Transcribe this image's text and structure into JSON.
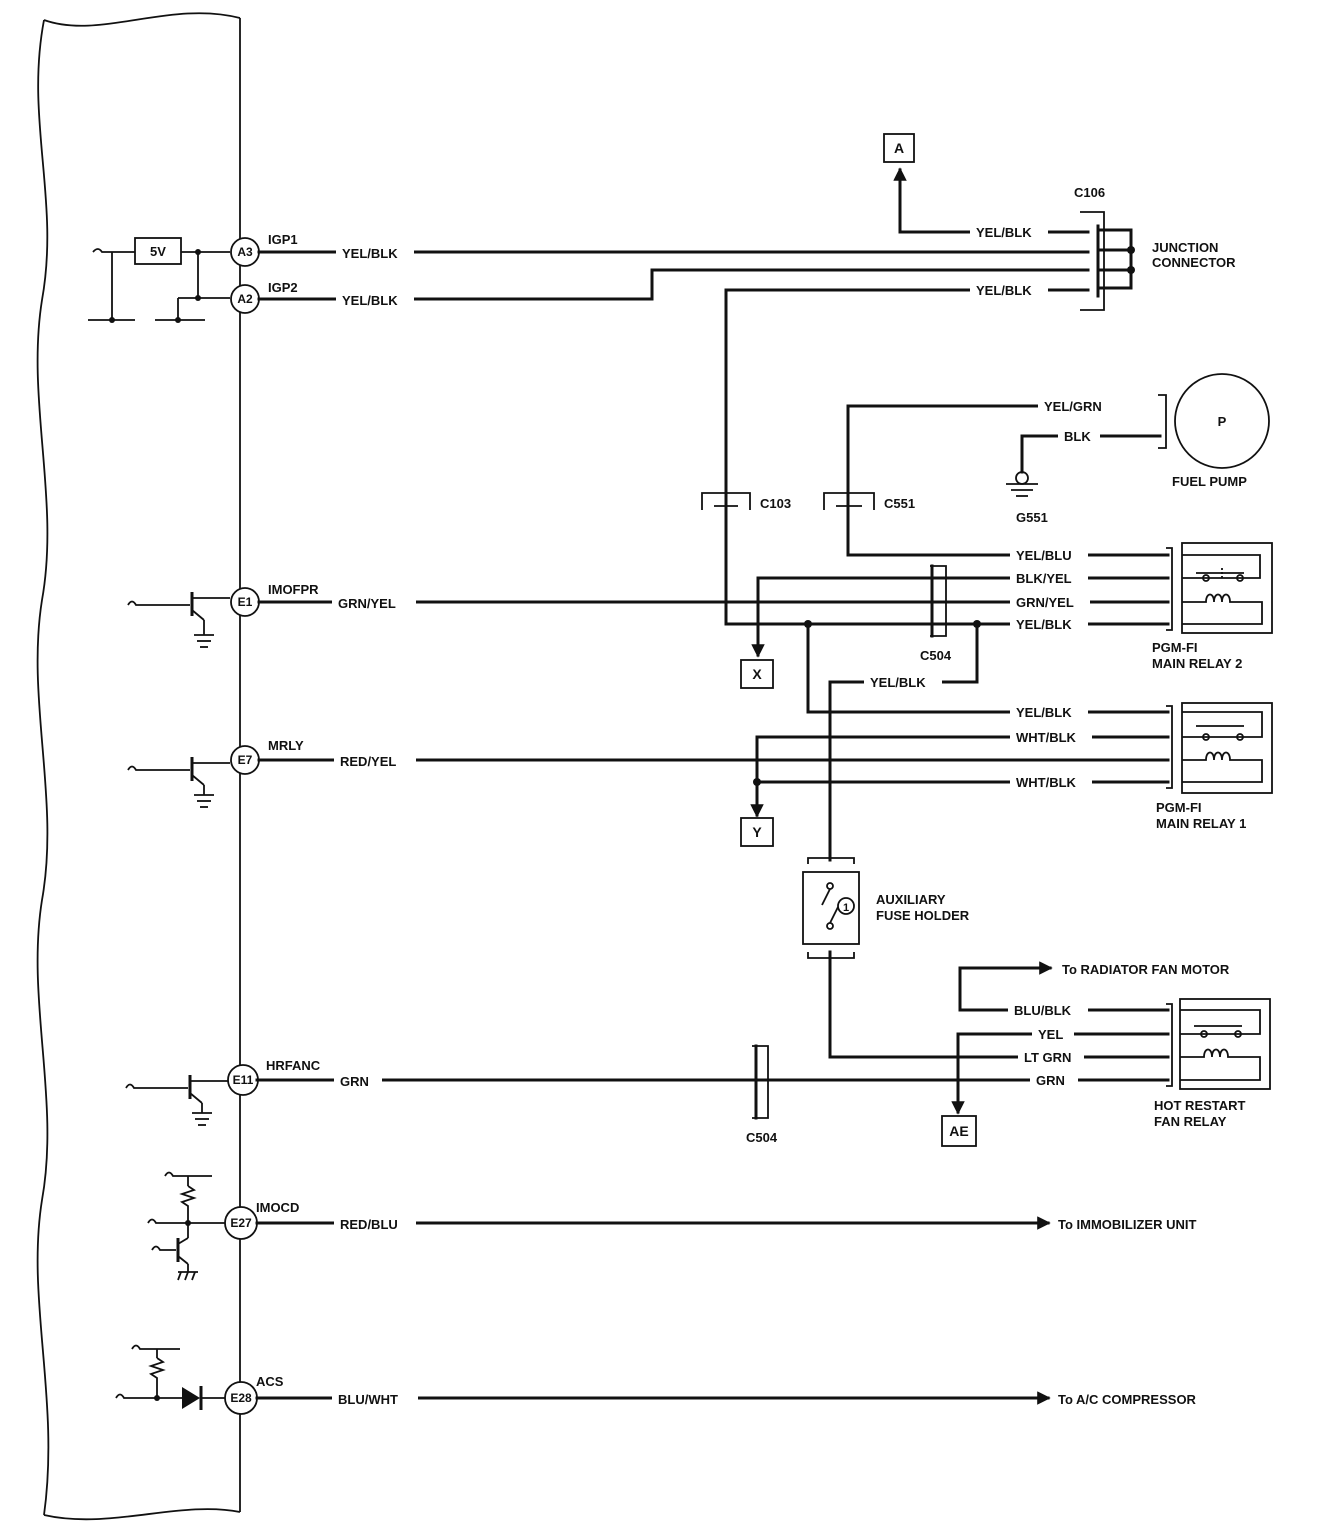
{
  "colors": {
    "ink": "#111111",
    "paper": "#ffffff"
  },
  "ecm": {
    "pins": [
      {
        "pin": "A3",
        "name": "IGP1",
        "wire": "YEL/BLK"
      },
      {
        "pin": "A2",
        "name": "IGP2",
        "wire": "YEL/BLK"
      },
      {
        "pin": "E1",
        "name": "IMOFPR",
        "wire": "GRN/YEL"
      },
      {
        "pin": "E7",
        "name": "MRLY",
        "wire": "RED/YEL"
      },
      {
        "pin": "E11",
        "name": "HRFANC",
        "wire": "GRN"
      },
      {
        "pin": "E27",
        "name": "IMOCD",
        "wire": "RED/BLU"
      },
      {
        "pin": "E28",
        "name": "ACS",
        "wire": "BLU/WHT"
      }
    ],
    "regulator": "5V"
  },
  "junction": {
    "connector": "C106",
    "label_line1": "JUNCTION",
    "label_line2": "CONNECTOR",
    "wire_to_a": "YEL/BLK",
    "wire_lower": "YEL/BLK"
  },
  "refs": {
    "a": "A",
    "x": "X",
    "y": "Y",
    "ae": "AE"
  },
  "fuel_pump": {
    "symbol": "P",
    "label": "FUEL PUMP",
    "wire_pos": "YEL/GRN",
    "wire_gnd": "BLK",
    "ground": "G551"
  },
  "connectors": {
    "c103": "C103",
    "c551": "C551",
    "c504_top": "C504",
    "c504_bottom": "C504"
  },
  "relay2": {
    "line1": "PGM-FI",
    "line2": "MAIN RELAY 2",
    "wires": [
      "YEL/BLU",
      "BLK/YEL",
      "GRN/YEL",
      "YEL/BLK"
    ]
  },
  "feed_wire": "YEL/BLK",
  "relay1": {
    "line1": "PGM-FI",
    "line2": "MAIN RELAY 1",
    "wires": [
      "YEL/BLK",
      "WHT/BLK",
      "WHT/BLK"
    ]
  },
  "fuse": {
    "line1": "AUXILIARY",
    "line2": "FUSE HOLDER",
    "number": "1"
  },
  "fan_relay": {
    "line1": "HOT RESTART",
    "line2": "FAN RELAY",
    "wires": [
      "BLU/BLK",
      "YEL",
      "LT GRN",
      "GRN"
    ],
    "to_radiator": "To RADIATOR FAN MOTOR"
  },
  "destinations": {
    "immobilizer": "To IMMOBILIZER UNIT",
    "ac": "To A/C COMPRESSOR"
  }
}
